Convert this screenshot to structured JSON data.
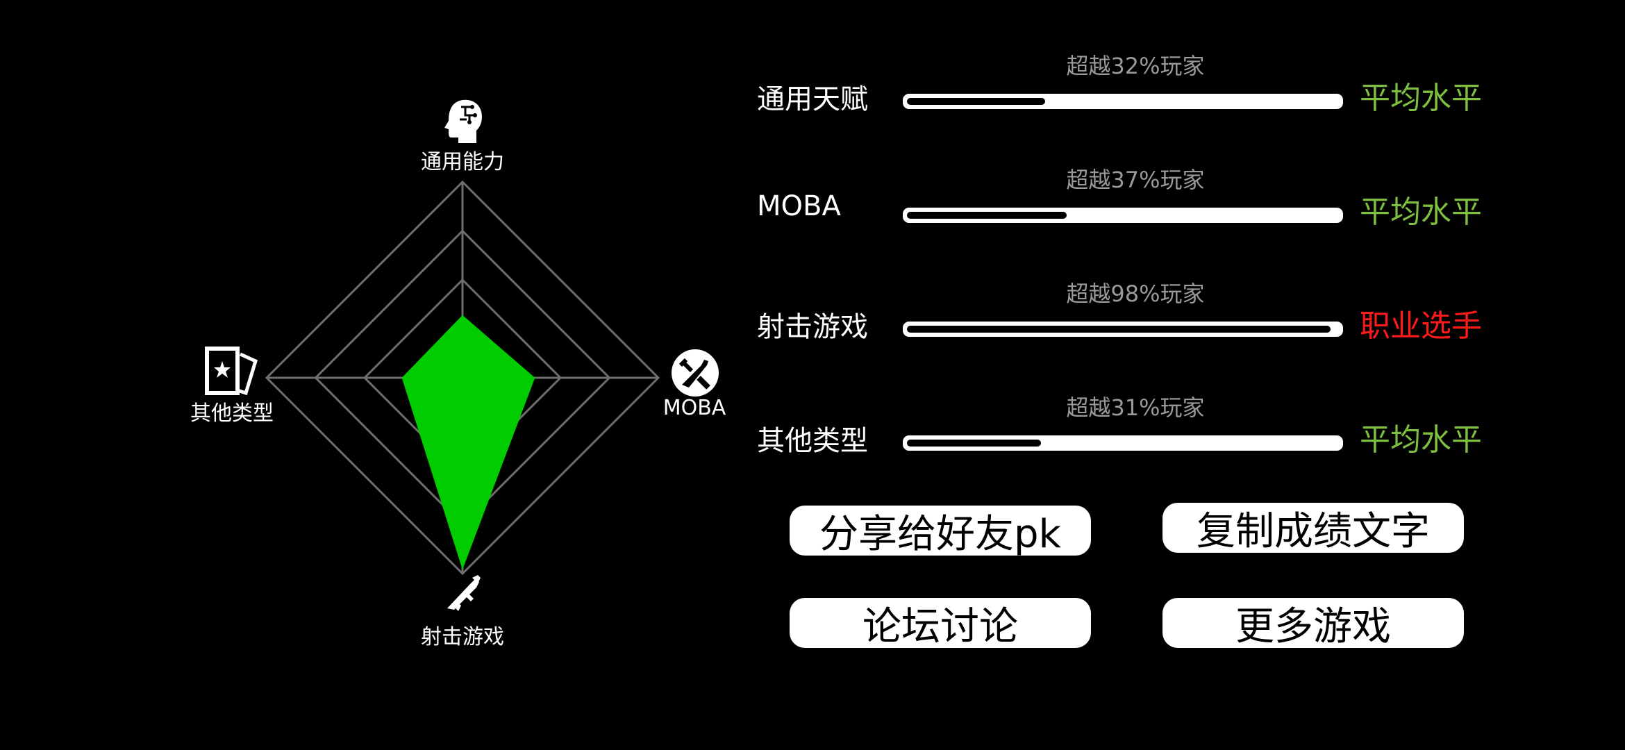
{
  "radar": {
    "axes": [
      {
        "label": "通用能力",
        "icon": "brain-head-icon",
        "value": 0.32
      },
      {
        "label": "MOBA",
        "icon": "crossed-swords-icon",
        "value": 0.37
      },
      {
        "label": "射击游戏",
        "icon": "rocket-launcher-icon",
        "value": 0.98
      },
      {
        "label": "其他类型",
        "icon": "cards-star-icon",
        "value": 0.31
      }
    ],
    "fill_color": "#00cc00",
    "grid_color": "#6e6e6e"
  },
  "stats": [
    {
      "name": "通用天赋",
      "caption": "超越32%玩家",
      "percent": 32,
      "level": "平均水平",
      "level_color": "#7fbf40"
    },
    {
      "name": "MOBA",
      "caption": "超越37%玩家",
      "percent": 37,
      "level": "平均水平",
      "level_color": "#7fbf40"
    },
    {
      "name": "射击游戏",
      "caption": "超越98%玩家",
      "percent": 98,
      "level": "职业选手",
      "level_color": "#ff1a1a"
    },
    {
      "name": "其他类型",
      "caption": "超越31%玩家",
      "percent": 31,
      "level": "平均水平",
      "level_color": "#7fbf40"
    }
  ],
  "buttons": {
    "share": "分享给好友pk",
    "copy": "复制成绩文字",
    "forum": "论坛讨论",
    "more": "更多游戏"
  }
}
